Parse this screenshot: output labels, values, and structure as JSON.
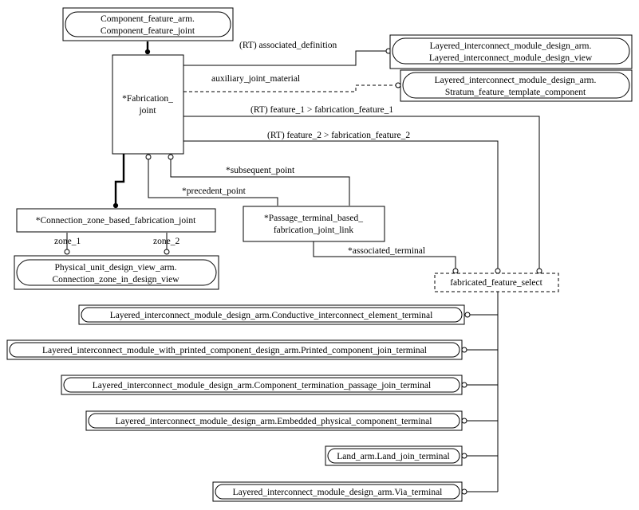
{
  "entities": {
    "component_feature": {
      "line1": "Component_feature_arm.",
      "line2": "Component_feature_joint"
    },
    "fabrication_joint": {
      "line1": "*Fabrication_",
      "line2": "joint"
    },
    "limd_view": {
      "line1": "Layered_interconnect_module_design_arm.",
      "line2": "Layered_interconnect_module_design_view"
    },
    "stratum_template": {
      "line1": "Layered_interconnect_module_design_arm.",
      "line2": "Stratum_feature_template_component"
    },
    "connection_zone_joint": {
      "label": "*Connection_zone_based_fabrication_joint"
    },
    "passage_terminal_link": {
      "line1": "*Passage_terminal_based_",
      "line2": "fabrication_joint_link"
    },
    "connection_zone_in_design_view": {
      "line1": "Physical_unit_design_view_arm.",
      "line2": "Connection_zone_in_design_view"
    },
    "fabricated_feature_select": {
      "label": "fabricated_feature_select"
    },
    "select_items": [
      "Layered_interconnect_module_design_arm.Conductive_interconnect_element_terminal",
      "Layered_interconnect_module_with_printed_component_design_arm.Printed_component_join_terminal",
      "Layered_interconnect_module_design_arm.Component_termination_passage_join_terminal",
      "Layered_interconnect_module_design_arm.Embedded_physical_component_terminal",
      "Land_arm.Land_join_terminal",
      "Layered_interconnect_module_design_arm.Via_terminal"
    ]
  },
  "relations": {
    "associated_definition": "(RT) associated_definition",
    "auxiliary_joint_material": "auxiliary_joint_material",
    "feature_1": "(RT) feature_1 > fabrication_feature_1",
    "feature_2": "(RT) feature_2 > fabrication_feature_2",
    "subsequent_point": "*subsequent_point",
    "precedent_point": "*precedent_point",
    "associated_terminal": "*associated_terminal",
    "zone_1": "zone_1",
    "zone_2": "zone_2"
  }
}
